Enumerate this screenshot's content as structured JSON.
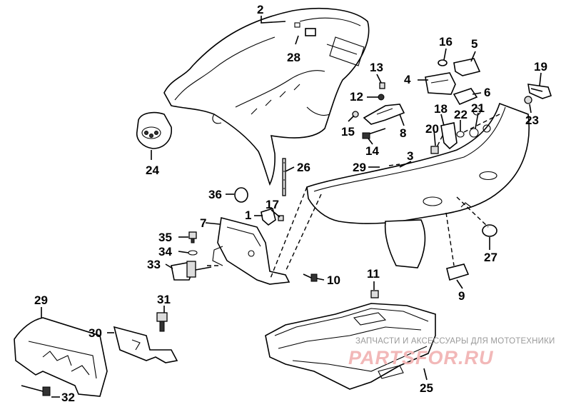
{
  "diagram": {
    "parts": [
      {
        "id": "2",
        "label": "2"
      },
      {
        "id": "28",
        "label": "28"
      },
      {
        "id": "16",
        "label": "16"
      },
      {
        "id": "5",
        "label": "5"
      },
      {
        "id": "4",
        "label": "4"
      },
      {
        "id": "13",
        "label": "13"
      },
      {
        "id": "12",
        "label": "12"
      },
      {
        "id": "6",
        "label": "6"
      },
      {
        "id": "19",
        "label": "19"
      },
      {
        "id": "18",
        "label": "18"
      },
      {
        "id": "22",
        "label": "22"
      },
      {
        "id": "21",
        "label": "21"
      },
      {
        "id": "15",
        "label": "15"
      },
      {
        "id": "8",
        "label": "8"
      },
      {
        "id": "23",
        "label": "23"
      },
      {
        "id": "20",
        "label": "20"
      },
      {
        "id": "24",
        "label": "24"
      },
      {
        "id": "14",
        "label": "14"
      },
      {
        "id": "3",
        "label": "3"
      },
      {
        "id": "29a",
        "label": "29"
      },
      {
        "id": "26",
        "label": "26"
      },
      {
        "id": "36",
        "label": "36"
      },
      {
        "id": "17",
        "label": "17"
      },
      {
        "id": "1",
        "label": "1"
      },
      {
        "id": "7",
        "label": "7"
      },
      {
        "id": "35",
        "label": "35"
      },
      {
        "id": "27",
        "label": "27"
      },
      {
        "id": "34",
        "label": "34"
      },
      {
        "id": "33",
        "label": "33"
      },
      {
        "id": "10",
        "label": "10"
      },
      {
        "id": "11",
        "label": "11"
      },
      {
        "id": "9",
        "label": "9"
      },
      {
        "id": "29b",
        "label": "29"
      },
      {
        "id": "31",
        "label": "31"
      },
      {
        "id": "30",
        "label": "30"
      },
      {
        "id": "25",
        "label": "25"
      },
      {
        "id": "32",
        "label": "32"
      }
    ]
  },
  "watermark": {
    "caption": "ЗАПЧАСТИ И АКСЕССУАРЫ ДЛЯ МОТОТЕХНИКИ",
    "brand": "PARTSFOR.RU"
  }
}
